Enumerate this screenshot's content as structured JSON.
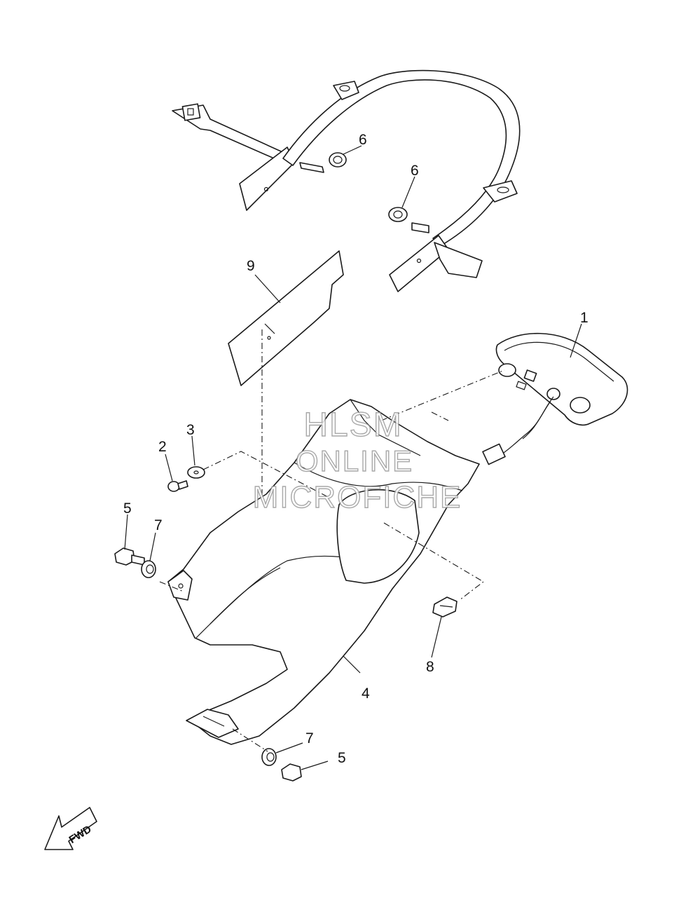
{
  "callouts": {
    "c1": "1",
    "c2": "2",
    "c3": "3",
    "c4": "4",
    "c5a": "5",
    "c5b": "5",
    "c6a": "6",
    "c6b": "6",
    "c7a": "7",
    "c7b": "7",
    "c8": "8",
    "c9": "9"
  },
  "watermark": {
    "line1": "HLSM",
    "line2": "ONLINE",
    "line3": "MICROFICHE"
  },
  "fwd_label": "FWD"
}
